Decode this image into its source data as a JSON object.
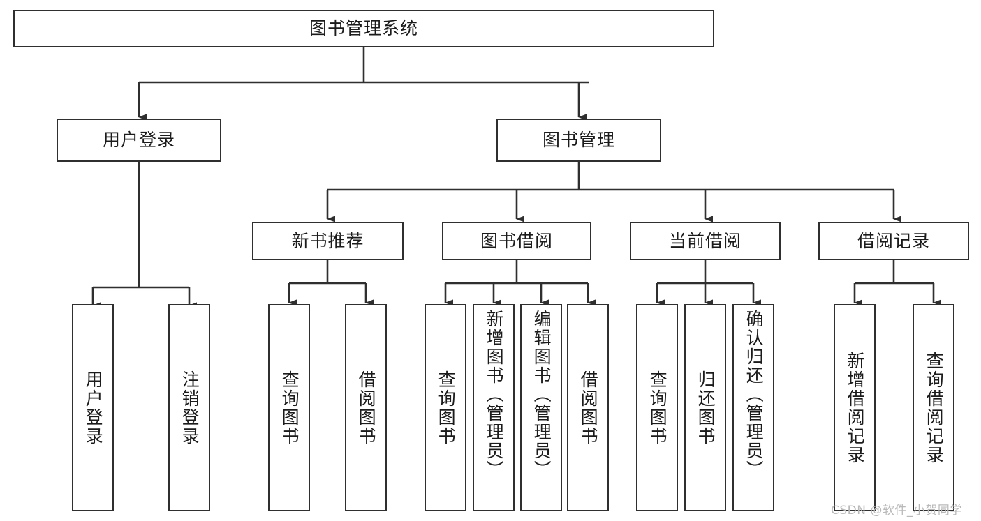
{
  "diagram": {
    "type": "tree",
    "title": "图书管理系统",
    "watermark": "CSDN @软件_小贺同学",
    "colors": {
      "box_border": "#2f2f2f",
      "box_fill": "#ffffff",
      "edge": "#2f2f2f",
      "text": "#1b1b1b",
      "watermark": "#b9b9b9",
      "background": "#ffffff"
    },
    "nodes": {
      "root": {
        "label": "图书管理系统"
      },
      "level1": [
        {
          "id": "user-login",
          "label": "用户登录"
        },
        {
          "id": "book-manage",
          "label": "图书管理"
        }
      ],
      "level2": [
        {
          "id": "new-book-recommend",
          "label": "新书推荐"
        },
        {
          "id": "book-borrow",
          "label": "图书借阅"
        },
        {
          "id": "current-borrow",
          "label": "当前借阅"
        },
        {
          "id": "borrow-record",
          "label": "借阅记录"
        }
      ],
      "leaves": {
        "user-login": [
          {
            "id": "leaf-user-login",
            "label": "用户登录"
          },
          {
            "id": "leaf-logout-login",
            "label": "注销登录"
          }
        ],
        "new-book-recommend": [
          {
            "id": "leaf-query-book-1",
            "label": "查询图书"
          },
          {
            "id": "leaf-borrow-book-1",
            "label": "借阅图书"
          }
        ],
        "book-borrow": [
          {
            "id": "leaf-query-book-2",
            "label": "查询图书"
          },
          {
            "id": "leaf-add-book",
            "label": "新增图书（管理员）"
          },
          {
            "id": "leaf-edit-book",
            "label": "编辑图书（管理员）"
          },
          {
            "id": "leaf-borrow-book-2",
            "label": "借阅图书"
          }
        ],
        "current-borrow": [
          {
            "id": "leaf-query-book-3",
            "label": "查询图书"
          },
          {
            "id": "leaf-return-book",
            "label": "归还图书"
          },
          {
            "id": "leaf-confirm-return",
            "label": "确认归还（管理员）"
          }
        ],
        "borrow-record": [
          {
            "id": "leaf-add-record",
            "label": "新增借阅记录"
          },
          {
            "id": "leaf-query-record",
            "label": "查询借阅记录"
          }
        ]
      }
    }
  }
}
